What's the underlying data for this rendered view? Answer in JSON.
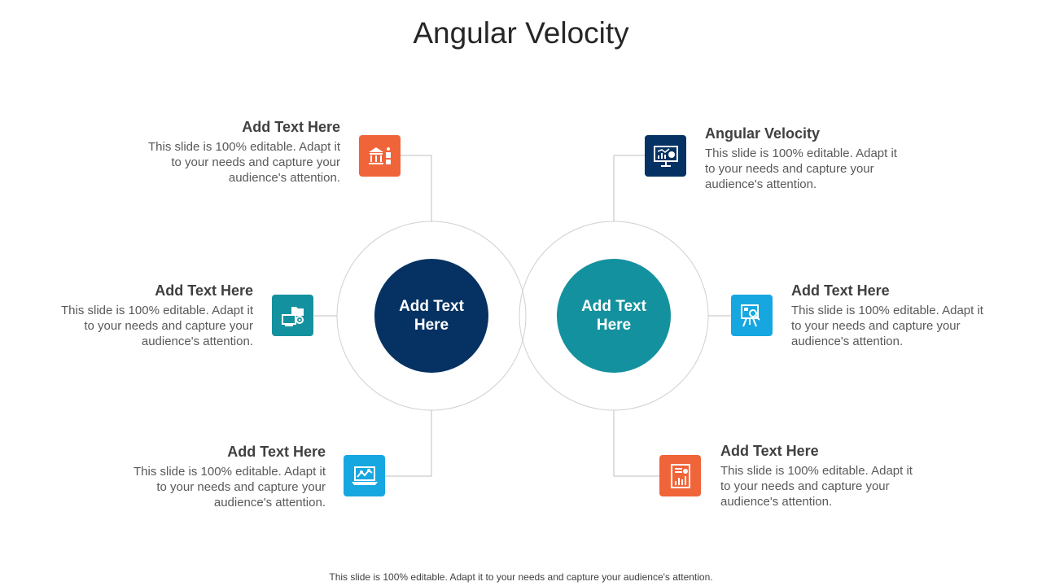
{
  "title": "Angular Velocity",
  "colors": {
    "orange": "#F0643A",
    "teal": "#14919E",
    "navy": "#053262",
    "sky": "#17A7E0",
    "ring": "#D0D0D0"
  },
  "centers": {
    "left": "Add Text Here",
    "right": "Add Text Here"
  },
  "items": [
    {
      "heading": "Add Text Here",
      "body": "This slide is 100% editable. Adapt it to your needs and capture your audience's attention.",
      "icon": "bank-building-icon"
    },
    {
      "heading": "Add Text Here",
      "body": "This slide is 100% editable. Adapt it to your needs and capture your audience's attention.",
      "icon": "computer-folder-gear-icon"
    },
    {
      "heading": "Add Text Here",
      "body": "This slide is 100% editable. Adapt it to your needs and capture your audience's attention.",
      "icon": "laptop-analytics-icon"
    },
    {
      "heading": "Angular Velocity",
      "body": "This slide is 100% editable. Adapt it to your needs and capture your audience's attention.",
      "icon": "presentation-board-icon"
    },
    {
      "heading": "Add Text Here",
      "body": "This slide is 100% editable. Adapt it to your needs and capture your audience's attention.",
      "icon": "easel-search-icon"
    },
    {
      "heading": "Add Text Here",
      "body": "This slide is 100% editable. Adapt it to your needs and capture your audience's attention.",
      "icon": "report-document-icon"
    }
  ],
  "footer": "This slide is 100% editable. Adapt it to your needs and capture your audience's attention."
}
